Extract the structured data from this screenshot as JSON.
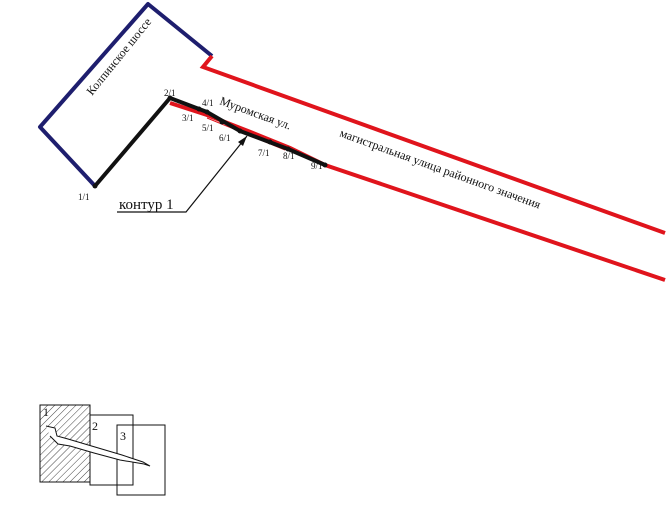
{
  "map": {
    "labels": {
      "kolpinskoe": "Колпинское шоссе",
      "muromskaya": "Муромская ул.",
      "magistral": "магистральная улица районного значения",
      "kontur": "контур 1"
    },
    "points": [
      "1/1",
      "2/1",
      "3/1",
      "4/1",
      "5/1",
      "6/1",
      "7/1",
      "8/1",
      "9/1"
    ],
    "index_sheets": [
      "1",
      "2",
      "3"
    ],
    "colors": {
      "highway": "#1e1e6e",
      "arterial": "#e0141c",
      "contour": "#111111"
    }
  }
}
